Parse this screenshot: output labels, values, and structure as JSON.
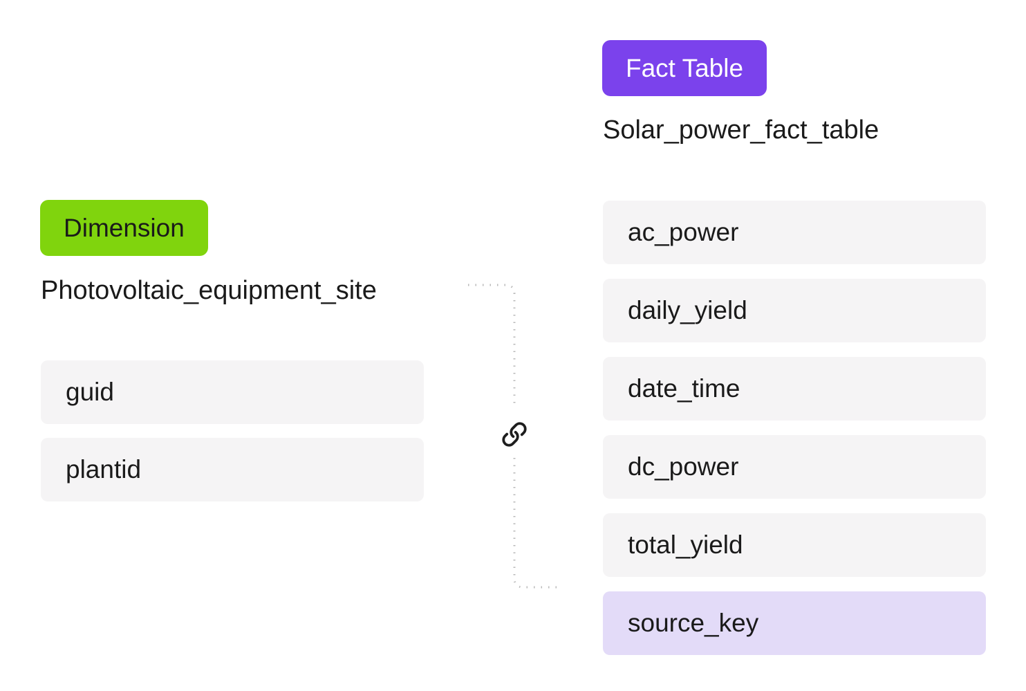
{
  "colors": {
    "background": "#ffffff",
    "text": "#1a1a1a",
    "dimension_badge_bg": "#80d40d",
    "dimension_badge_text": "#1a1a1a",
    "fact_badge_bg": "#7b42ec",
    "fact_badge_text": "#ffffff",
    "field_row_bg": "#f5f4f5",
    "highlighted_row_bg": "#e3dbf8",
    "connector_line": "#b9b9b9",
    "link_icon": "#1e1e1e"
  },
  "dimension_table": {
    "badge_label": "Dimension",
    "name": "Photovoltaic_equipment_site",
    "fields": [
      {
        "name": "guid",
        "highlighted": false
      },
      {
        "name": "plantid",
        "highlighted": false
      }
    ]
  },
  "fact_table": {
    "badge_label": "Fact Table",
    "name": "Solar_power_fact_table",
    "fields": [
      {
        "name": "ac_power",
        "highlighted": false
      },
      {
        "name": "daily_yield",
        "highlighted": false
      },
      {
        "name": "date_time",
        "highlighted": false
      },
      {
        "name": "dc_power",
        "highlighted": false
      },
      {
        "name": "total_yield",
        "highlighted": false
      },
      {
        "name": "source_key",
        "highlighted": true
      }
    ]
  },
  "connector": {
    "icon": "link-icon",
    "style": "dotted-elbow"
  }
}
